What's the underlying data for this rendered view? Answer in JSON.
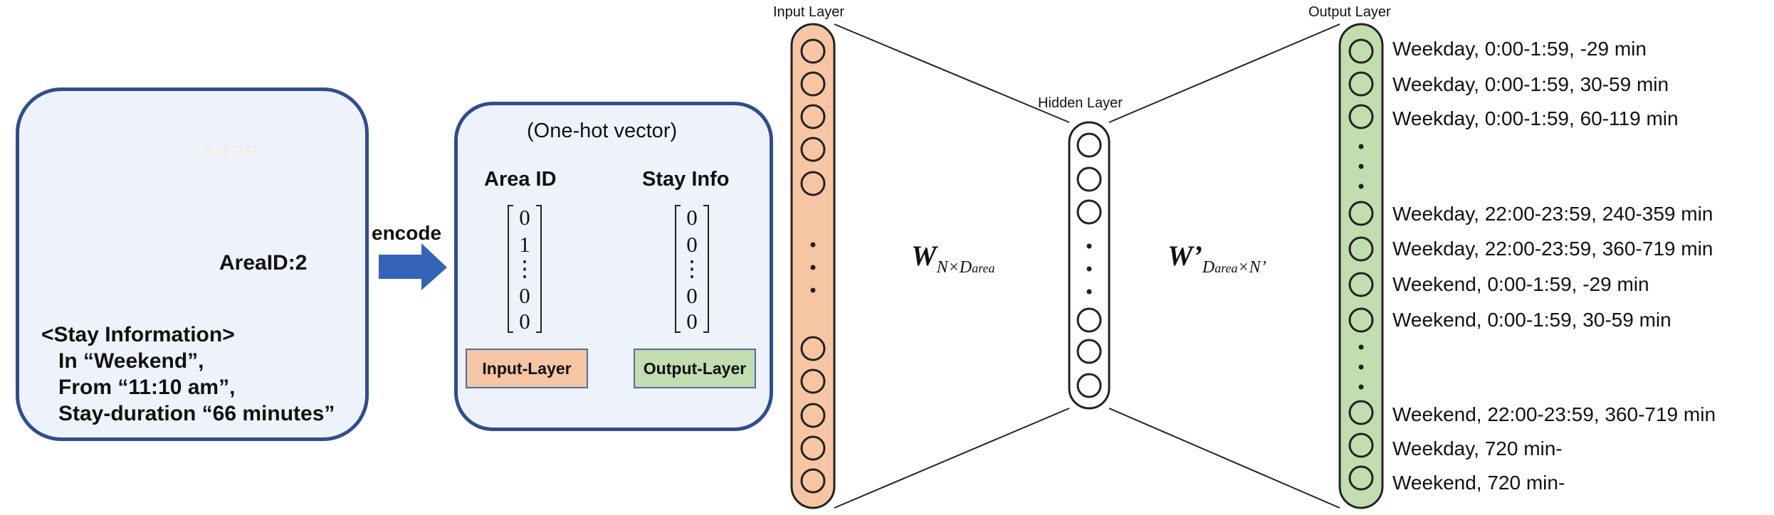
{
  "stay_panel": {
    "area_tag": "AreaID:2",
    "shop_sign": "SHOP",
    "lines": [
      "<Stay Information>",
      "In “Weekend”,",
      "From “11:10 am”,",
      "Stay-duration “66 minutes”"
    ],
    "icons": [
      "map-icon",
      "shop-icon",
      "walking-person-icon"
    ]
  },
  "encode_label": "encode",
  "vector_panel": {
    "caption": "(One-hot vector)",
    "area_header": "Area ID",
    "stay_header": "Stay Info",
    "area_vector": [
      "0",
      "1",
      "⋮",
      "0",
      "0"
    ],
    "stay_vector": [
      "0",
      "0",
      "⋮",
      "0",
      "0"
    ],
    "input_tag": "Input-Layer",
    "output_tag": "Output-Layer",
    "colors": {
      "input": "#f6c6a4",
      "output": "#c2ddb0"
    }
  },
  "network": {
    "input_label": "Input Layer",
    "hidden_label": "Hidden Layer",
    "output_label": "Output Layer",
    "weight_in": {
      "symbol": "W",
      "sub": "N×D",
      "subsub": "area"
    },
    "weight_out": {
      "symbol": "W’",
      "sub": "D",
      "subsub": "area",
      "sub2": "×N’"
    },
    "colors": {
      "input": "#f6c6a4",
      "hidden": "#ffffff",
      "output": "#c2ddb0"
    }
  },
  "output_labels": [
    "Weekday, 0:00-1:59, -29 min",
    "Weekday, 0:00-1:59, 30-59 min",
    "Weekday, 0:00-1:59, 60-119 min",
    "Weekday, 22:00-23:59, 240-359 min",
    "Weekday, 22:00-23:59, 360-719 min",
    "Weekend, 0:00-1:59, -29 min",
    "Weekend, 0:00-1:59, 30-59 min",
    "Weekend, 22:00-23:59, 360-719 min",
    "Weekday, 720 min-",
    "Weekend, 720 min-"
  ]
}
